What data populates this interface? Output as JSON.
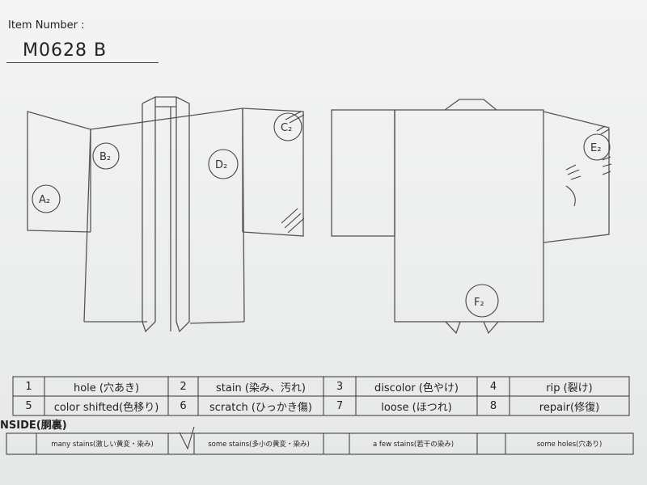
{
  "header": {
    "item_label": "Item Number :",
    "item_number": "M0628  B"
  },
  "diagram": {
    "front_labels": [
      "A₂",
      "B₂",
      "D₂",
      "C₂"
    ],
    "back_labels": [
      "E₂",
      "F₂"
    ]
  },
  "damage_table": {
    "rows": [
      [
        {
          "num": "1",
          "label": "hole (穴あき)"
        },
        {
          "num": "2",
          "label": "stain (染み、汚れ)"
        },
        {
          "num": "3",
          "label": "discolor (色やけ)"
        },
        {
          "num": "4",
          "label": "rip (裂け)"
        }
      ],
      [
        {
          "num": "5",
          "label": "color shifted(色移り)"
        },
        {
          "num": "6",
          "label": "scratch (ひっかき傷)"
        },
        {
          "num": "7",
          "label": "loose (ほつれ)"
        },
        {
          "num": "8",
          "label": "repair(修復)"
        }
      ]
    ]
  },
  "inside": {
    "label": "NSIDE(胴裏)",
    "options": [
      "many stains(激しい黄変・染み)",
      "some stains(多小の黄変・染み)",
      "a few stains(若干の染み)",
      "some holes(穴あり)"
    ]
  }
}
